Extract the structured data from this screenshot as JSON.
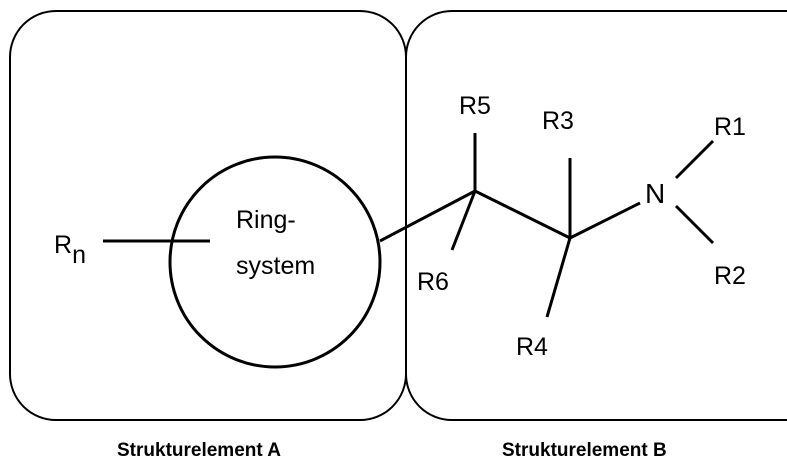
{
  "ring_label_line1": "Ring-",
  "ring_label_line2": "system",
  "rn_base": "R",
  "rn_sub": "n",
  "substituents": {
    "r1": "R1",
    "r2": "R2",
    "r3": "R3",
    "r4": "R4",
    "r5": "R5",
    "r6": "R6"
  },
  "nitrogen": "N",
  "captions": {
    "a": "Strukturelement A",
    "b": "Strukturelement B"
  },
  "colors": {
    "line": "#000000",
    "background": "#ffffff"
  }
}
